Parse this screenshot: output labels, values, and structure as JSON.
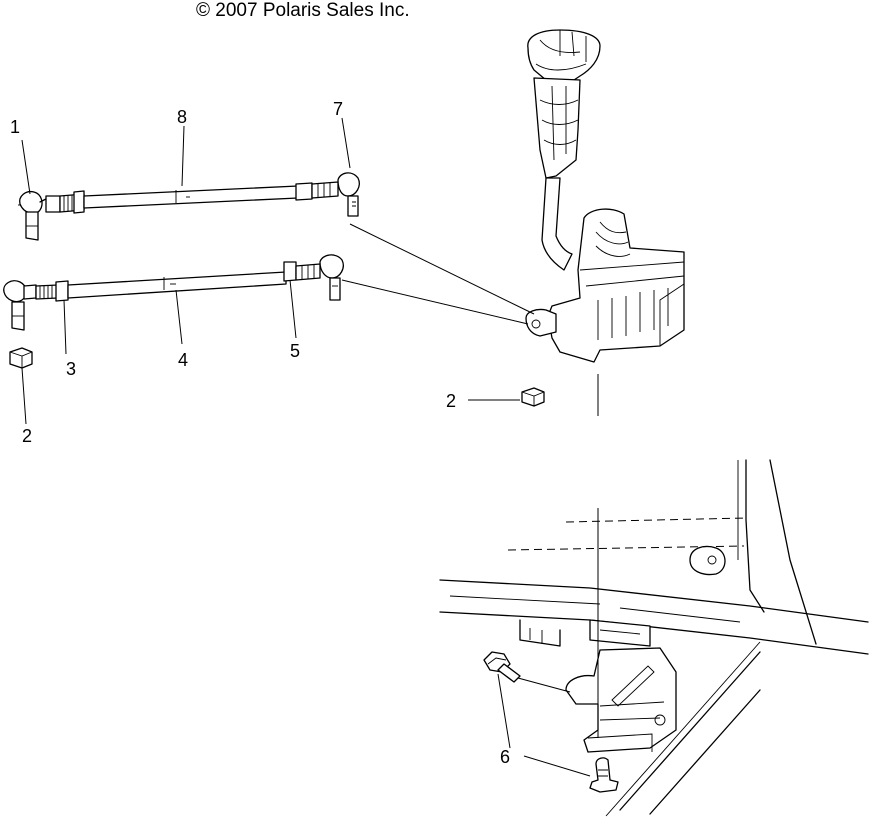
{
  "copyright": "© 2007 Polaris Sales Inc.",
  "callouts": {
    "c1": "1",
    "c8": "8",
    "c7": "7",
    "c3": "3",
    "c4": "4",
    "c5": "5",
    "c2_left": "2",
    "c2_right": "2",
    "c6": "6"
  }
}
